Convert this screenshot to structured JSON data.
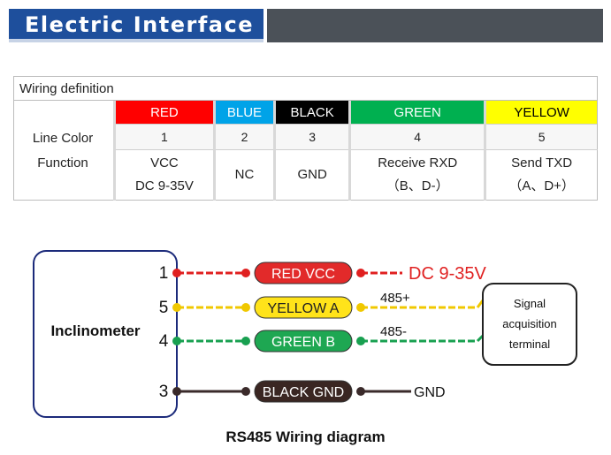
{
  "header": {
    "title": "Electric Interface"
  },
  "table": {
    "definition_label": "Wiring definition",
    "row_labels": {
      "color": "Line Color",
      "function": "Function"
    },
    "columns": [
      {
        "color_name": "RED",
        "bg": "#ff0000",
        "fg": "#ffffff",
        "number": "1",
        "function_line1": "VCC",
        "function_line2": "DC 9-35V"
      },
      {
        "color_name": "BLUE",
        "bg": "#00a3e8",
        "fg": "#ffffff",
        "number": "2",
        "function_line1": "NC",
        "function_line2": ""
      },
      {
        "color_name": "BLACK",
        "bg": "#000000",
        "fg": "#ffffff",
        "number": "3",
        "function_line1": "GND",
        "function_line2": ""
      },
      {
        "color_name": "GREEN",
        "bg": "#00b050",
        "fg": "#ffffff",
        "number": "4",
        "function_line1": "Receive RXD",
        "function_line2": "（B、D-）"
      },
      {
        "color_name": "YELLOW",
        "bg": "#ffff00",
        "fg": "#000000",
        "number": "5",
        "function_line1": "Send TXD",
        "function_line2": "（A、D+）"
      }
    ]
  },
  "diagram": {
    "device_label": "Inclinometer",
    "wires": [
      {
        "pin": "1",
        "label": "RED   VCC",
        "wire_color": "#e02020",
        "pill_fill": "#e22a2a",
        "pill_text": "#ffffff",
        "right_label": "DC 9-35V",
        "right_color": "#e02020"
      },
      {
        "pin": "5",
        "label": "YELLOW  A",
        "wire_color": "#f0c800",
        "pill_fill": "#ffe31a",
        "pill_text": "#222222",
        "right_label": "485+",
        "right_color": "#111111"
      },
      {
        "pin": "4",
        "label": "GREEN    B",
        "wire_color": "#18a050",
        "pill_fill": "#1ea752",
        "pill_text": "#ffffff",
        "right_label": "485-",
        "right_color": "#111111"
      },
      {
        "pin": "3",
        "label": "BLACK GND",
        "wire_color": "#3a2a2a",
        "pill_fill": "#3a2622",
        "pill_text": "#ffffff",
        "right_label": "GND",
        "right_color": "#111111"
      }
    ],
    "terminal_lines": [
      "Signal",
      "acquisition",
      "terminal"
    ],
    "caption": "RS485 Wiring diagram"
  }
}
